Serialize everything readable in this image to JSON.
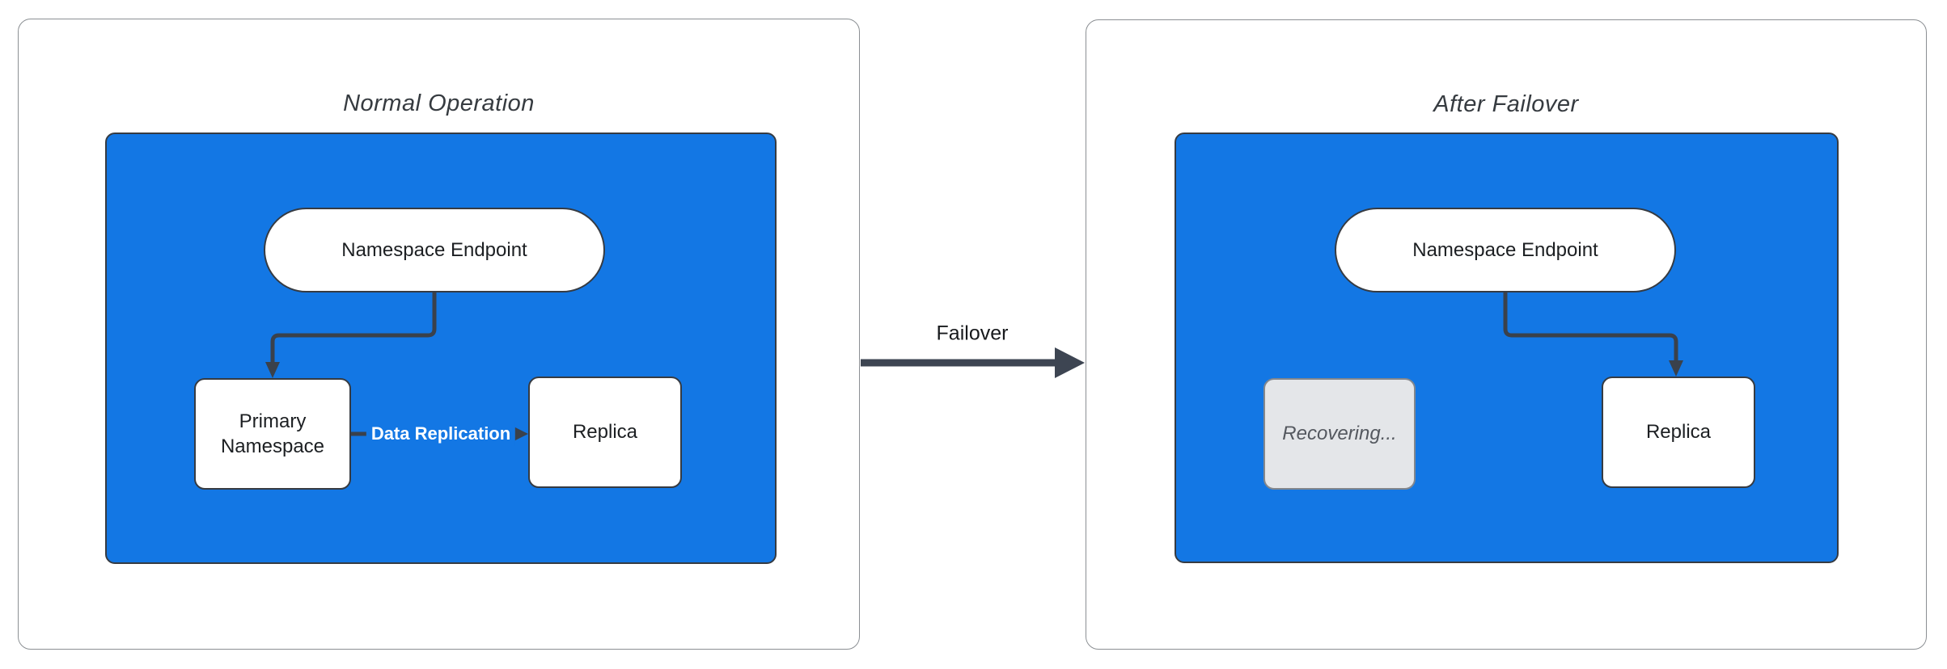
{
  "panels": [
    {
      "title": "Normal Operation",
      "endpoint_label": "Namespace Endpoint",
      "primary_label": "Primary Namespace",
      "replica_label": "Replica",
      "replication_label": "Data Replication"
    },
    {
      "title": "After Failover",
      "endpoint_label": "Namespace Endpoint",
      "recovering_label": "Recovering...",
      "replica_label": "Replica"
    }
  ],
  "failover": {
    "label": "Failover"
  },
  "colors": {
    "blue": "#1377E4",
    "panel_border": "#8b8f93",
    "node_border": "#363b42",
    "arrow": "#3a414b",
    "failover_arrow": "#3d4552",
    "recovering_bg": "#E4E6E9",
    "recovering_border": "#83878d",
    "recovering_text": "#54585f",
    "title_text": "#363b40",
    "node_text": "#1c1f22",
    "edge_label_text": "#ffffff"
  }
}
